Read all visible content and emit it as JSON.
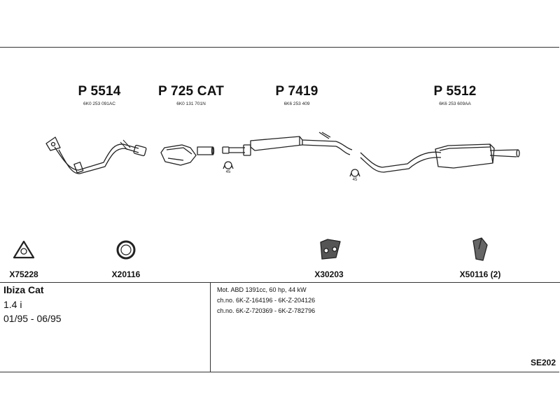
{
  "parts": [
    {
      "number": "P 5514",
      "oem": "6K0 253 091AC"
    },
    {
      "number": "P 725 CAT",
      "oem": "6K0 131 701N"
    },
    {
      "number": "P 7419",
      "oem": "6K6 253 409"
    },
    {
      "number": "P 5512",
      "oem": "6K6 253 609AA"
    }
  ],
  "clamps": [
    {
      "label": "45"
    },
    {
      "label": "45"
    }
  ],
  "accessories": [
    {
      "code": "X75228"
    },
    {
      "code": "X20116"
    },
    {
      "code": "X30203"
    },
    {
      "code": "X50116 (2)"
    }
  ],
  "vehicle": {
    "model": "Ibiza Cat",
    "engine": "1.4 i",
    "period": "01/95 - 06/95"
  },
  "specs": [
    "Mot. ABD 1391cc, 60 hp, 44 kW",
    "ch.no. 6K-Z-164196 - 6K-Z-204126",
    "ch.no. 6K-Z-720369 - 6K-Z-782796"
  ],
  "system_code": "SE202"
}
